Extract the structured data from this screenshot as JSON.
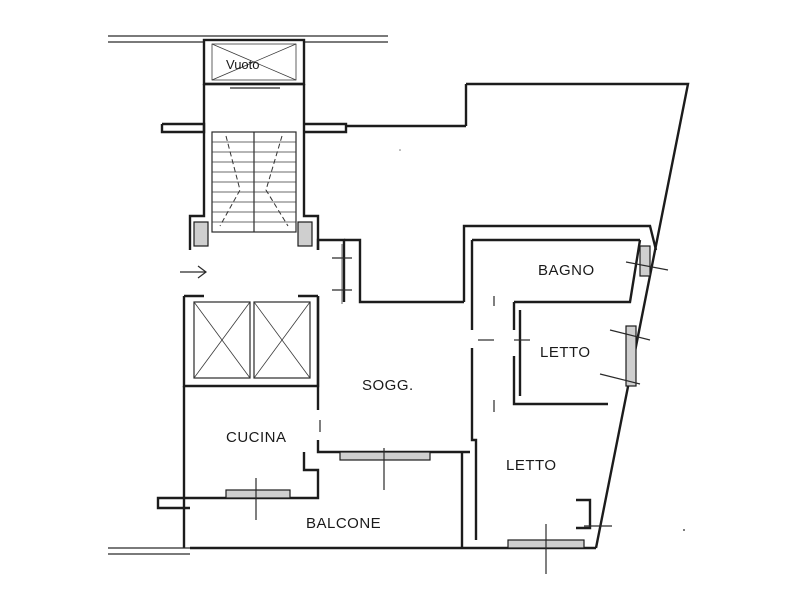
{
  "rooms": {
    "vuoto": "Vuoto",
    "bagno": "BAGNO",
    "letto_upper": "LETTO",
    "letto_lower": "LETTO",
    "soggiorno": "SOGG.",
    "cucina": "CUCINA",
    "balcone": "BALCONE"
  }
}
